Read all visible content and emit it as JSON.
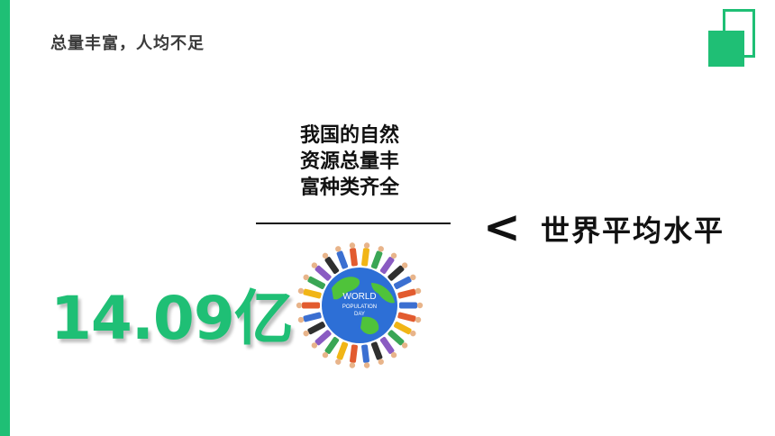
{
  "slide": {
    "title": "总量丰富，人均不足",
    "caption_lines": [
      "我国的自然",
      "资源总量丰",
      "富种类齐全"
    ],
    "comparison_sign": "<",
    "comparison_text": "世界平均水平",
    "big_number": "14.09亿"
  },
  "globe": {
    "label_lines": [
      "WORLD",
      "POPULATION",
      "DAY"
    ],
    "colors": {
      "ocean": "#2d6fd6",
      "land": "#4fc33a",
      "people": [
        "#3b6fd1",
        "#e25b2f",
        "#f1b516",
        "#3aa655",
        "#8a5bc2",
        "#2f2f2f"
      ]
    }
  },
  "theme": {
    "accent": "#1fbf75",
    "text": "#111111",
    "title_text": "#3a3a3a"
  }
}
